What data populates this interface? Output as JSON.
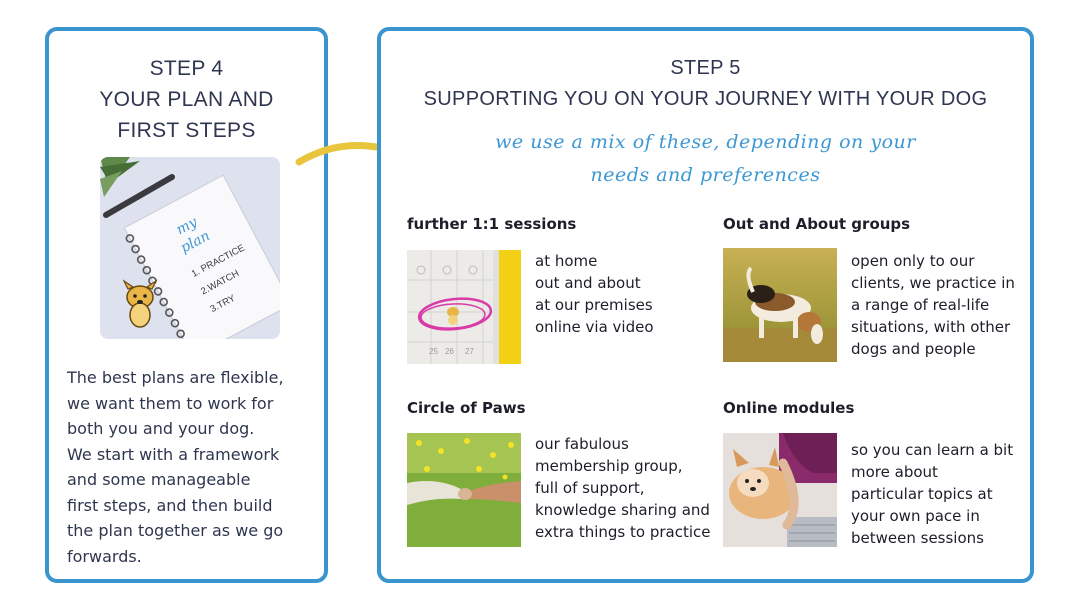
{
  "step4": {
    "heading_line1": "STEP 4",
    "heading_line2": "YOUR PLAN AND",
    "heading_line3": "FIRST STEPS",
    "image": {
      "handwritten_title_line1": "my",
      "handwritten_title_line2": "plan",
      "list_item_1": "1. PRACTICE",
      "list_item_2": "2.WATCH",
      "list_item_3": "3.TRY"
    },
    "body_lines": [
      "The best plans are flexible,",
      "we want them to work for",
      "both you and your dog.",
      "We start with a framework",
      "and some manageable",
      "first steps, and then build",
      "the plan together as we go",
      "forwards."
    ]
  },
  "step5": {
    "heading_line1": "STEP 5",
    "heading_line2": "SUPPORTING YOU ON YOUR JOURNEY WITH YOUR DOG",
    "subtitle_line1": "we use a mix of these, depending on your",
    "subtitle_line2": "needs and preferences",
    "sections": [
      {
        "title": "further 1:1 sessions",
        "image_icon": "calendar-icon",
        "calendar_numbers": [
          "25",
          "26",
          "27"
        ],
        "lines": [
          "at home",
          "out and about",
          "at our premises",
          "online via video"
        ]
      },
      {
        "title": "Out and About groups",
        "image_icon": "beagle-photo",
        "lines": [
          "open only to our",
          "clients, we practice in",
          "a range of real-life",
          "situations, with other",
          "dogs and people"
        ]
      },
      {
        "title": "Circle of Paws",
        "image_icon": "paw-handshake-photo",
        "lines": [
          "our fabulous",
          "membership group,",
          "full of support,",
          "knowledge sharing and",
          "extra things to practice"
        ]
      },
      {
        "title": "Online modules",
        "image_icon": "dog-laptop-photo",
        "lines": [
          "so you can learn a bit",
          "more about",
          "particular topics at",
          "your own pace in",
          "between sessions"
        ]
      }
    ]
  },
  "colors": {
    "border_blue": "#3a95cf",
    "script_blue": "#3d97d2",
    "arrow_yellow": "#e8c53c",
    "heading_navy": "#2e3650"
  }
}
